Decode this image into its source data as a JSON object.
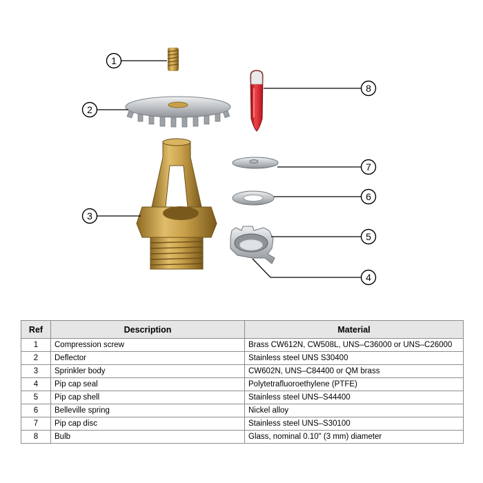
{
  "colors": {
    "brass": "#c9a04a",
    "steel": "#b8bcc0",
    "bulb_red": "#e0242c",
    "table_header_bg": "#e6e6e6",
    "grid": "#8c8c8c"
  },
  "callouts": [
    "1",
    "2",
    "3",
    "4",
    "5",
    "6",
    "7",
    "8"
  ],
  "table": {
    "headers": {
      "ref": "Ref",
      "description": "Description",
      "material": "Material"
    },
    "rows": [
      {
        "ref": "1",
        "description": "Compression screw",
        "material": "Brass CW612N, CW508L, UNS–C36000 or UNS–C26000"
      },
      {
        "ref": "2",
        "description": "Deflector",
        "material": "Stainless steel UNS S30400"
      },
      {
        "ref": "3",
        "description": "Sprinkler body",
        "material": "CW602N, UNS–C84400 or QM brass"
      },
      {
        "ref": "4",
        "description": "Pip cap seal",
        "material": "Polytetrafluoroethylene (PTFE)"
      },
      {
        "ref": "5",
        "description": "Pip cap shell",
        "material": "Stainless steel UNS–S44400"
      },
      {
        "ref": "6",
        "description": "Belleville spring",
        "material": "Nickel alloy"
      },
      {
        "ref": "7",
        "description": "Pip cap disc",
        "material": "Stainless steel UNS–S30100"
      },
      {
        "ref": "8",
        "description": "Bulb",
        "material": "Glass, nominal 0.10\" (3 mm) diameter"
      }
    ]
  }
}
